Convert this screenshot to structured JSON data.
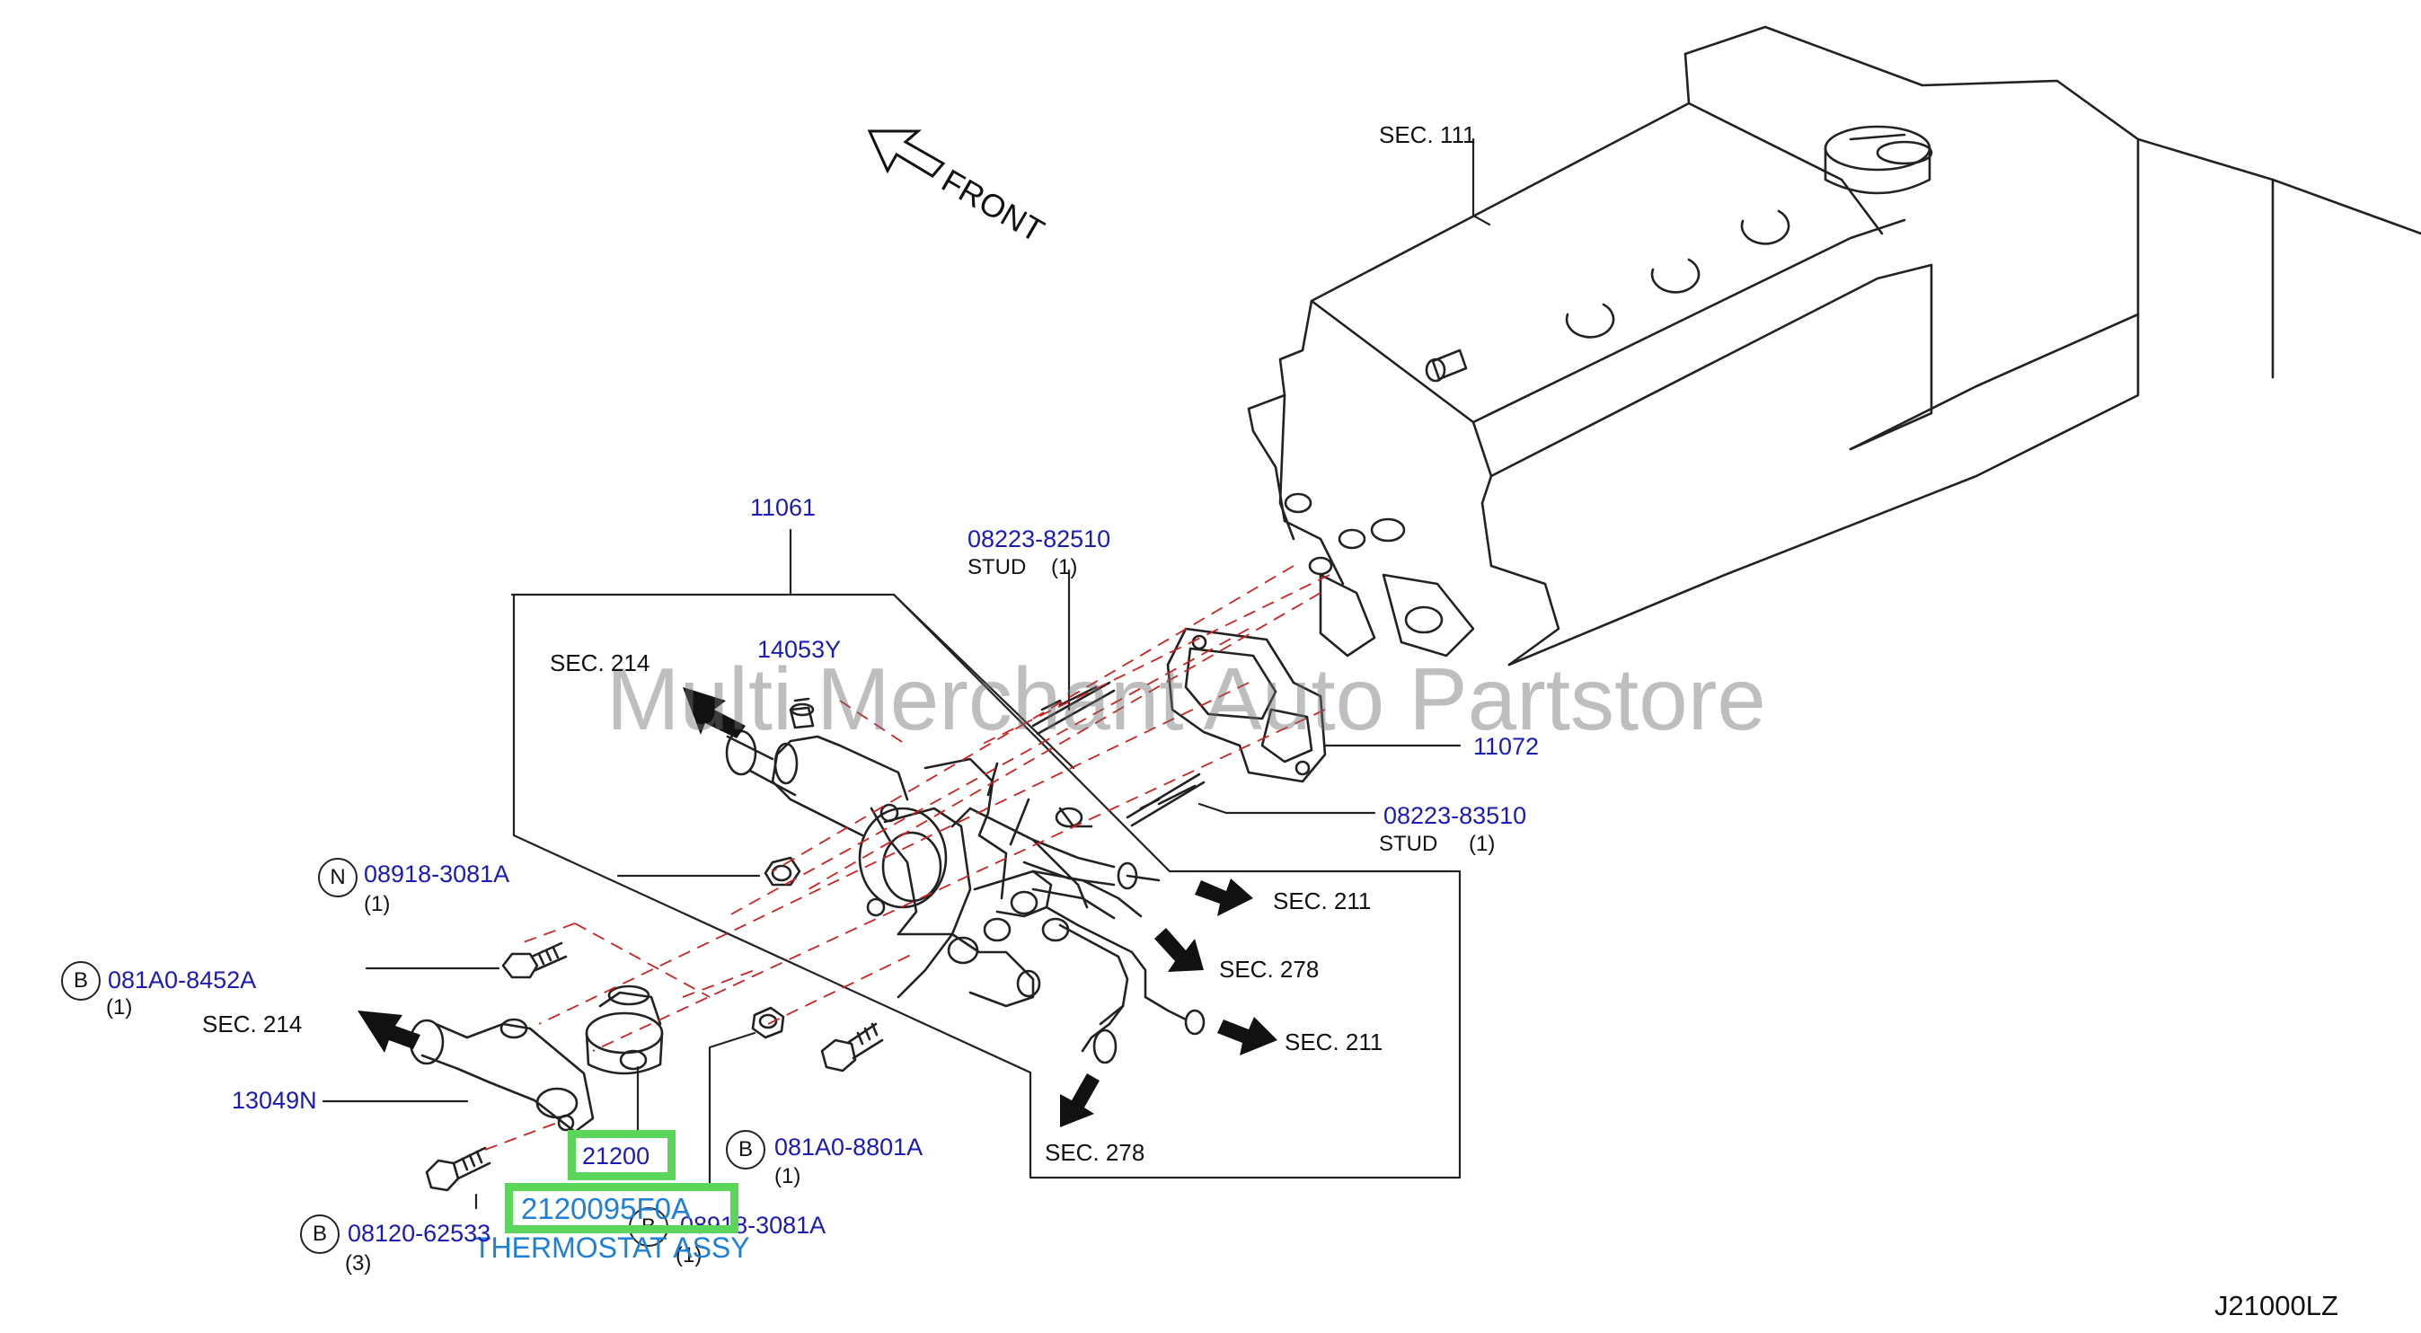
{
  "sections": {
    "sec111": "SEC. 111",
    "sec214_top": "SEC. 214",
    "sec214_left": "SEC. 214",
    "sec211_a": "SEC. 211",
    "sec211_b": "SEC. 211",
    "sec278_a": "SEC. 278",
    "sec278_b": "SEC. 278"
  },
  "front_label": "FRONT",
  "watermark": "Multi Merchant Auto Partstore",
  "diagram_code": "J21000LZ",
  "parts": {
    "p11061": "11061",
    "p14053y": "14053Y",
    "p08223_82510": "08223-82510",
    "stud_a": "STUD",
    "stud_a_qty": "(1)",
    "p11072": "11072",
    "p08223_83510": "08223-83510",
    "stud_b": "STUD",
    "stud_b_qty": "(1)",
    "p08918_3081a_top": "08918-3081A",
    "p08918_3081a_top_prefix": "N",
    "p08918_3081a_top_qty": "(1)",
    "p081a0_8452a": "081A0-8452A",
    "p081a0_8452a_prefix": "B",
    "p081a0_8452a_qty": "(1)",
    "p13049n": "13049N",
    "p21200": "21200",
    "p081a0_8801a": "081A0-8801A",
    "p081a0_8801a_prefix": "B",
    "p081a0_8801a_qty": "(1)",
    "p08918_3081a_bot": "08918-3081A",
    "p08918_3081a_bot_prefix": "B",
    "p08918_3081a_bot_qty": "(1)",
    "p08120_62533": "08120-62533",
    "p08120_62533_prefix": "B",
    "p08120_62533_qty": "(3)"
  },
  "highlight": {
    "part_number": "2120095F0A",
    "description": "THERMOSTAT ASSY",
    "color": "#5ad65a",
    "text_color": "#1e7fd6"
  }
}
